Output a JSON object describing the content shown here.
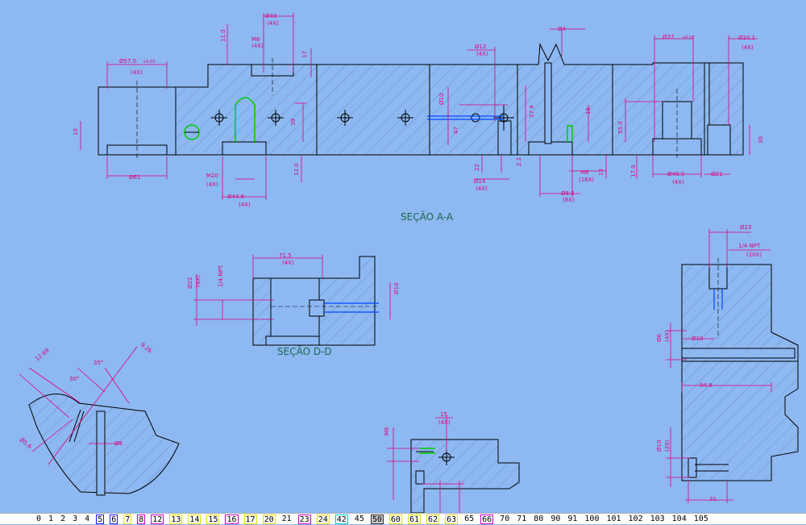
{
  "sections": {
    "aa": "SEÇÃO A-A",
    "dd": "SEÇÃO D-D"
  },
  "dims": {
    "d43": "Ø43",
    "x4": "(4X)",
    "d570": "Ø57.0",
    "tol": "+0.03",
    "m6": "M6",
    "d17": "17",
    "d110": "11.0",
    "d10": "10",
    "d61": "Ø61",
    "m20": "M20",
    "d446": "Ø44.6",
    "d39": "39",
    "d120": "12.0",
    "d12": "Ø12",
    "d10b": "Ø10",
    "d47": "47",
    "d22": "22",
    "d14": "Ø14",
    "d4": "Ø4",
    "d22b": "2.2",
    "d579": "57.9",
    "d16": "16",
    "m6b": "M6",
    "x16": "(16X)",
    "d85": "Ø8.5",
    "x8": "(8X)",
    "d13": "13",
    "d37": "Ø37",
    "d201": "Ø20.1",
    "d550": "55.0",
    "d170": "17.0",
    "d480": "Ø48.0",
    "d21": "Ø21",
    "d30": "30",
    "d715": "71.5",
    "npt": "1/4 NPT",
    "d22c": "Ø22",
    "x4b": "(4X)",
    "d10c": "Ø10",
    "d1269": "12.69",
    "d35": "35°",
    "d30deg": "30°",
    "d926": "9.26",
    "d56": "Ø5.6",
    "d5": "Ø5",
    "d15": "15",
    "m6c": "M6",
    "d23": "Ø23",
    "x10": "(10X)",
    "d6": "Ø6",
    "x4c": "(4X)",
    "d10d": "Ø10",
    "d949": "94.9",
    "d10e": "Ø10",
    "x20": "(20)",
    "d31": "31"
  },
  "layers": [
    {
      "label": "0",
      "style": "plain",
      "color": "#000000"
    },
    {
      "label": "1",
      "style": "plain",
      "color": "#000000"
    },
    {
      "label": "2",
      "style": "plain",
      "color": "#000000"
    },
    {
      "label": "3",
      "style": "plain",
      "color": "#000000"
    },
    {
      "label": "4",
      "style": "plain",
      "color": "#000000"
    },
    {
      "label": "5",
      "style": "boxed",
      "color": "#1a1aff"
    },
    {
      "label": "6",
      "style": "boxed",
      "color": "#1a1aff"
    },
    {
      "label": "7",
      "style": "boxed",
      "color": "#e0e000"
    },
    {
      "label": "8",
      "style": "boxed",
      "color": "#cc00cc"
    },
    {
      "label": "12",
      "style": "boxed",
      "color": "#cc00cc"
    },
    {
      "label": "13",
      "style": "boxed",
      "color": "#e0e000"
    },
    {
      "label": "14",
      "style": "boxed",
      "color": "#e0e000"
    },
    {
      "label": "15",
      "style": "boxed",
      "color": "#e0e000"
    },
    {
      "label": "16",
      "style": "boxed",
      "color": "#cc00cc"
    },
    {
      "label": "17",
      "style": "boxed",
      "color": "#e0e000"
    },
    {
      "label": "20",
      "style": "boxed",
      "color": "#e0e000"
    },
    {
      "label": "21",
      "style": "plain",
      "color": "#000000"
    },
    {
      "label": "23",
      "style": "boxed",
      "color": "#cc00cc"
    },
    {
      "label": "24",
      "style": "boxed",
      "color": "#e0e000"
    },
    {
      "label": "42",
      "style": "boxed",
      "color": "#00cccc"
    },
    {
      "label": "45",
      "style": "plain",
      "color": "#000000"
    },
    {
      "label": "50",
      "style": "active",
      "color": "#333333"
    },
    {
      "label": "60",
      "style": "boxed",
      "color": "#e0e000"
    },
    {
      "label": "61",
      "style": "boxed",
      "color": "#e0e000"
    },
    {
      "label": "62",
      "style": "boxed",
      "color": "#e0e000"
    },
    {
      "label": "63",
      "style": "boxed",
      "color": "#e0e000"
    },
    {
      "label": "65",
      "style": "plain",
      "color": "#000000"
    },
    {
      "label": "66",
      "style": "boxed",
      "color": "#cc00cc"
    },
    {
      "label": "70",
      "style": "plain",
      "color": "#000000"
    },
    {
      "label": "71",
      "style": "plain",
      "color": "#000000"
    },
    {
      "label": "80",
      "style": "plain",
      "color": "#000000"
    },
    {
      "label": "90",
      "style": "plain",
      "color": "#000000"
    },
    {
      "label": "91",
      "style": "plain",
      "color": "#000000"
    },
    {
      "label": "100",
      "style": "plain",
      "color": "#000000"
    },
    {
      "label": "101",
      "style": "plain",
      "color": "#000000"
    },
    {
      "label": "102",
      "style": "plain",
      "color": "#000000"
    },
    {
      "label": "103",
      "style": "plain",
      "color": "#000000"
    },
    {
      "label": "104",
      "style": "plain",
      "color": "#000000"
    },
    {
      "label": "105",
      "style": "plain",
      "color": "#000000"
    }
  ],
  "colors": {
    "background": "#8db8f2",
    "outline": "#000000",
    "dimension": "#e0007a",
    "hatch": "#5f7fb0",
    "section_label": "#1f6a4a",
    "highlight_green": "#00cc00",
    "highlight_blue": "#0044ff"
  }
}
